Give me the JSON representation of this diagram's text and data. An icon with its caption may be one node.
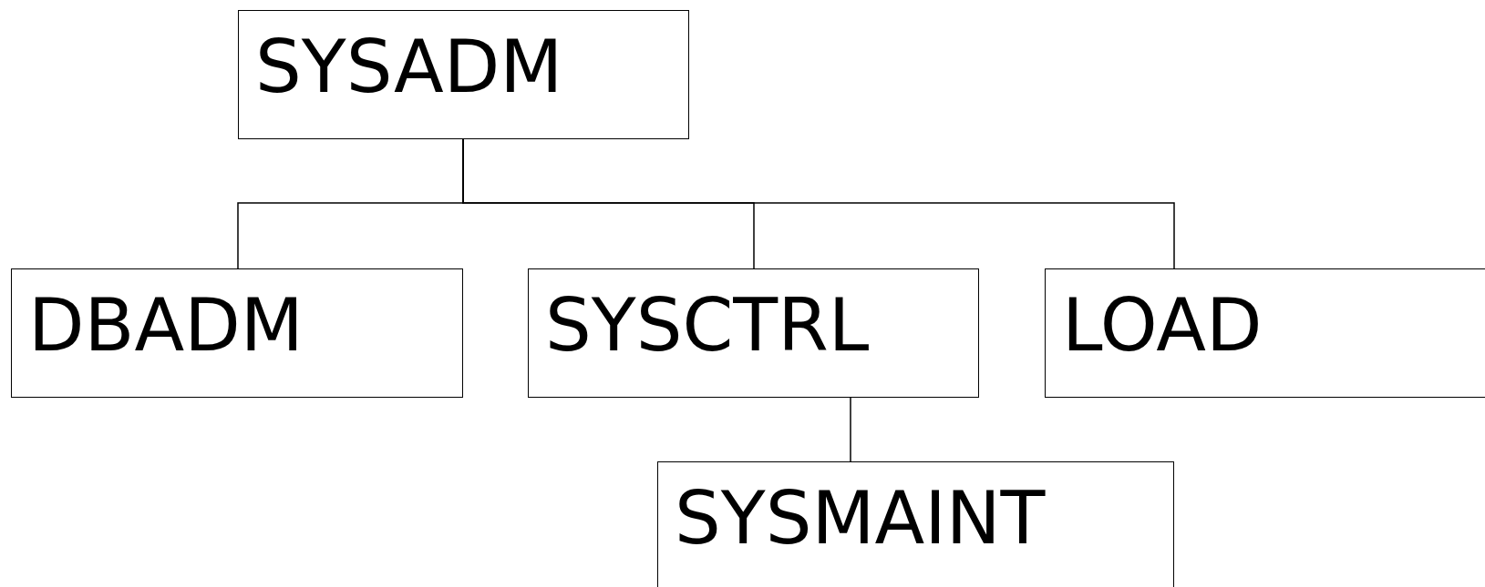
{
  "diagram": {
    "nodes": [
      {
        "text": [
          "SYSADM"
        ]
      },
      {
        "text": [
          "DBADM"
        ]
      },
      {
        "text": [
          "SYSCTRL"
        ]
      },
      {
        "text": [
          "LOAD"
        ]
      },
      {
        "text": [
          "SYSMAINT"
        ]
      }
    ],
    "edges": [
      {
        "from": 0,
        "to": 1,
        "arrow": "none"
      },
      {
        "from": 0,
        "to": 2,
        "arrow": "none"
      },
      {
        "from": 0,
        "to": 3,
        "arrow": "none"
      },
      {
        "from": 2,
        "to": 4,
        "arrow": "none"
      }
    ]
  }
}
